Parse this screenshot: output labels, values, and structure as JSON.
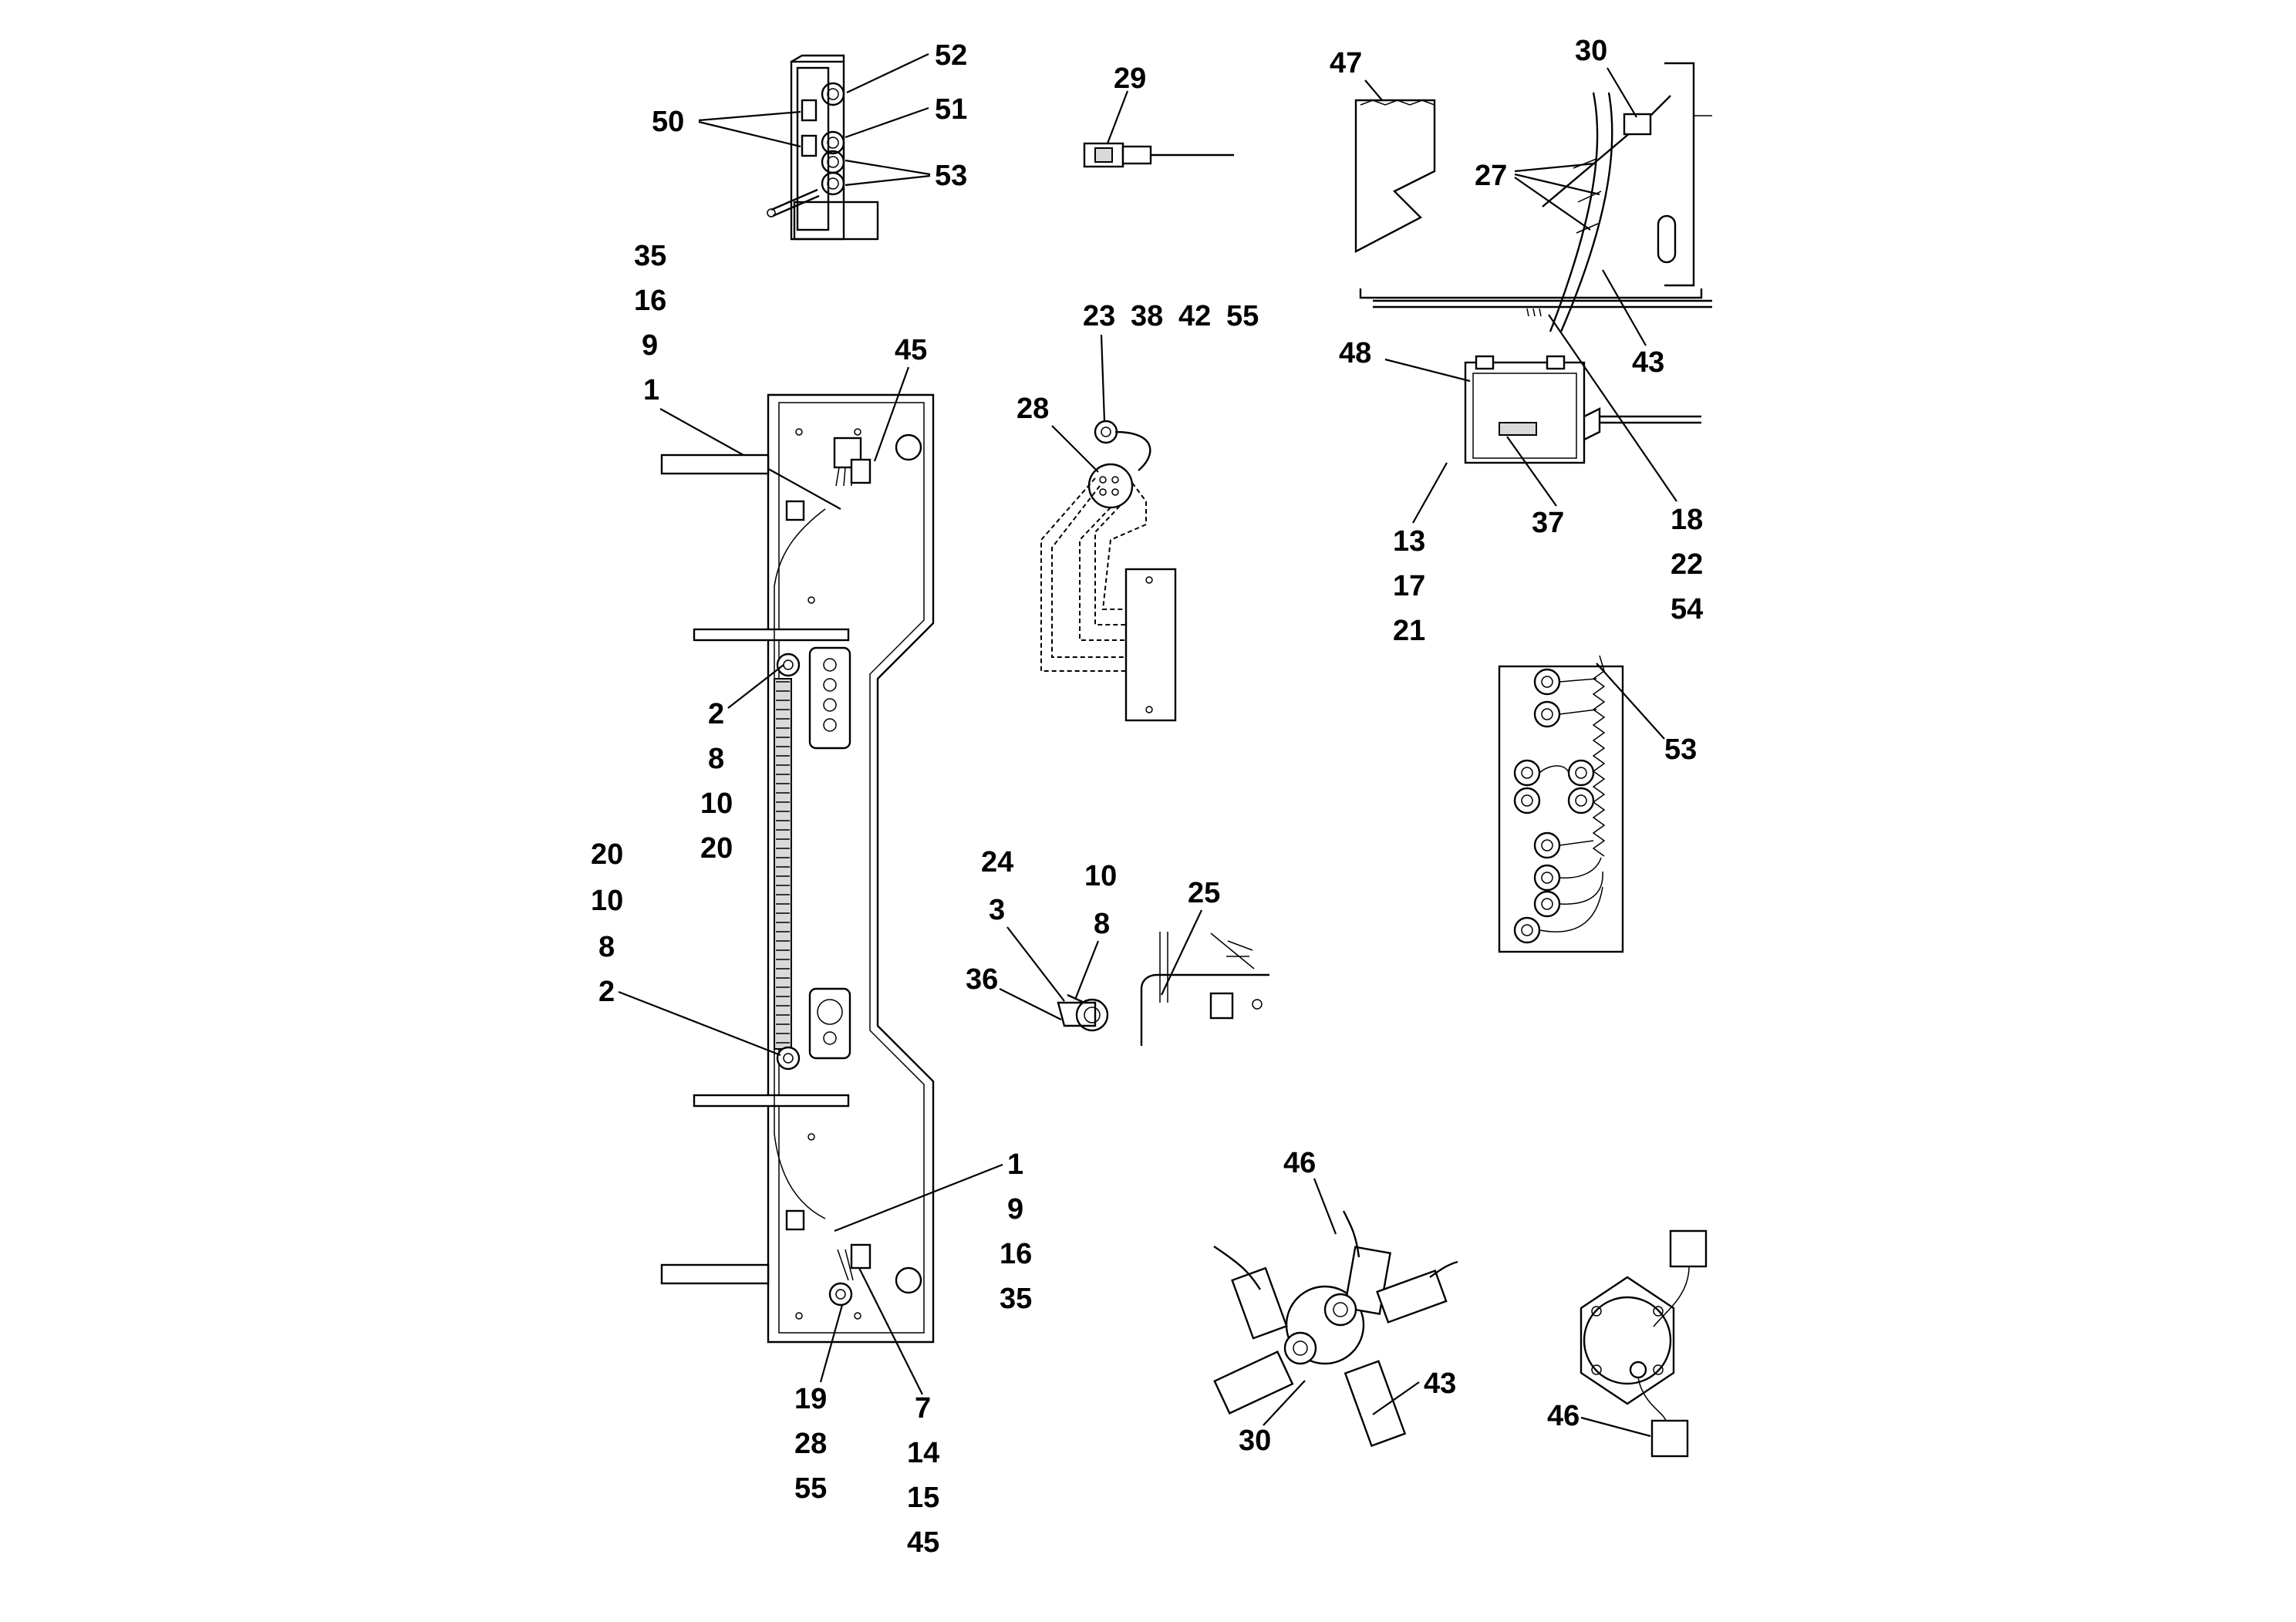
{
  "callouts": {
    "top_left_panel": [
      "52",
      "51",
      "50",
      "53"
    ],
    "connector_29": "29",
    "left_stack_top": [
      "35",
      "16",
      "9",
      "1"
    ],
    "label_45_top": "45",
    "left_stack_mid": [
      "2",
      "8",
      "10",
      "20"
    ],
    "left_stack_low": [
      "20",
      "10",
      "8",
      "2"
    ],
    "right_stack_bottom": [
      "1",
      "9",
      "16",
      "35"
    ],
    "bottom_left_stack": [
      "19",
      "28",
      "55"
    ],
    "bottom_right_stack": [
      "7",
      "14",
      "15",
      "45"
    ],
    "center_top_row": [
      "23",
      "38",
      "42",
      "55"
    ],
    "label_28": "28",
    "center_mid": [
      "24",
      "3",
      "36"
    ],
    "center_mid_right": [
      "10",
      "8"
    ],
    "label_25": "25",
    "label_46_center": "46",
    "label_30_center": "30",
    "label_43_center": "43",
    "label_47": "47",
    "label_30_top": "30",
    "label_27": "27",
    "label_43_top": "43",
    "label_48": "48",
    "stack_13": [
      "13",
      "17",
      "21"
    ],
    "label_37": "37",
    "stack_18": [
      "18",
      "22",
      "54"
    ],
    "label_53_right": "53",
    "label_46_bottom": "46"
  }
}
